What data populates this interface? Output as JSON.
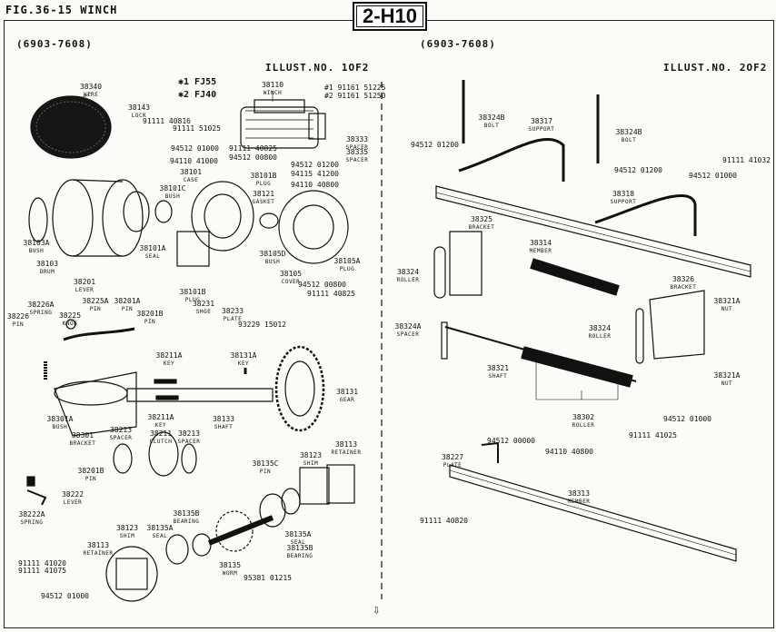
{
  "header": {
    "figure_title": "FIG.36-15 WINCH",
    "section_tag": "2-H10",
    "range_left": "(6903-7608)",
    "range_right": "(6903-7608)",
    "illust_left": "ILLUST.NO. 1OF2",
    "illust_right": "ILLUST.NO. 2OF2"
  },
  "legend": {
    "line1": "✱1 FJ55",
    "line2": "✱2 FJ40"
  },
  "parts": [
    {
      "k": "p38340",
      "num": "38340",
      "name": "WIRE"
    },
    {
      "k": "p38143",
      "num": "38143",
      "name": "LOCK"
    },
    {
      "k": "p9111140816",
      "num": "91111 40816",
      "name": ""
    },
    {
      "k": "p9111151025",
      "num": "91111 51025",
      "name": ""
    },
    {
      "k": "p38110",
      "num": "38110",
      "name": "WINCH"
    },
    {
      "k": "p1_9116151225",
      "num": "#1 91161 51225",
      "name": ""
    },
    {
      "k": "p2_9116151250",
      "num": "#2 91161 51250",
      "name": ""
    },
    {
      "k": "p38333",
      "num": "38333",
      "name": "SPACER"
    },
    {
      "k": "p38335",
      "num": "38335",
      "name": "SPACER"
    },
    {
      "k": "p9451201000a",
      "num": "94512 01000",
      "name": ""
    },
    {
      "k": "p9111140825a",
      "num": "91111 40825",
      "name": ""
    },
    {
      "k": "p9451200800a",
      "num": "94512 00800",
      "name": ""
    },
    {
      "k": "p9411041000",
      "num": "94110 41000",
      "name": ""
    },
    {
      "k": "p9451201200a",
      "num": "94512 01200",
      "name": ""
    },
    {
      "k": "p9411541200",
      "num": "94115 41200",
      "name": ""
    },
    {
      "k": "p9411040800a",
      "num": "94110 40800",
      "name": ""
    },
    {
      "k": "p38101",
      "num": "38101",
      "name": "CASE"
    },
    {
      "k": "p38101C",
      "num": "38101C",
      "name": "BUSH"
    },
    {
      "k": "p38101B_a",
      "num": "38101B",
      "name": "PLUG"
    },
    {
      "k": "p38121",
      "num": "38121",
      "name": "GASKET"
    },
    {
      "k": "p38103A",
      "num": "38103A",
      "name": "BUSH"
    },
    {
      "k": "p38103",
      "num": "38103",
      "name": "DRUM"
    },
    {
      "k": "p38101A",
      "num": "38101A",
      "name": "SEAL"
    },
    {
      "k": "p38105D",
      "num": "38105D",
      "name": "BUSH"
    },
    {
      "k": "p38105A",
      "num": "38105A",
      "name": "PLUG"
    },
    {
      "k": "p38105",
      "num": "38105",
      "name": "COVER"
    },
    {
      "k": "p9451200800b",
      "num": "94512 00800",
      "name": ""
    },
    {
      "k": "p9111140825b",
      "num": "91111 40825",
      "name": ""
    },
    {
      "k": "p38101B_b",
      "num": "38101B",
      "name": "PLUG"
    },
    {
      "k": "p38201",
      "num": "38201",
      "name": "LEVER"
    },
    {
      "k": "p38226A",
      "num": "38226A",
      "name": "SPRING"
    },
    {
      "k": "p38226",
      "num": "38226",
      "name": "PIN"
    },
    {
      "k": "p38225A",
      "num": "38225A",
      "name": "PIN"
    },
    {
      "k": "p38201A",
      "num": "38201A",
      "name": "PIN"
    },
    {
      "k": "p38225",
      "num": "38225",
      "name": "KNOB"
    },
    {
      "k": "p38201B_a",
      "num": "38201B",
      "name": "PIN"
    },
    {
      "k": "p38231",
      "num": "38231",
      "name": "SHOE"
    },
    {
      "k": "p38233",
      "num": "38233",
      "name": "PLATE"
    },
    {
      "k": "p9322915012",
      "num": "93229 15012",
      "name": ""
    },
    {
      "k": "p38211A_a",
      "num": "38211A",
      "name": "KEY"
    },
    {
      "k": "p38131A",
      "num": "38131A",
      "name": "KEY"
    },
    {
      "k": "p38131",
      "num": "38131",
      "name": "GEAR"
    },
    {
      "k": "p38301A",
      "num": "38301A",
      "name": "BUSH"
    },
    {
      "k": "p38301",
      "num": "38301",
      "name": "BRACKET"
    },
    {
      "k": "p38211A_b",
      "num": "38211A",
      "name": "KEY"
    },
    {
      "k": "p38133",
      "num": "38133",
      "name": "SHAFT"
    },
    {
      "k": "p38213a",
      "num": "38213",
      "name": "SPACER"
    },
    {
      "k": "p38211",
      "num": "38211",
      "name": "CLUTCH"
    },
    {
      "k": "p38213b",
      "num": "38213",
      "name": "SPACER"
    },
    {
      "k": "p38201B_b",
      "num": "38201B",
      "name": "PIN"
    },
    {
      "k": "p38135C",
      "num": "38135C",
      "name": "PIN"
    },
    {
      "k": "p38123a",
      "num": "38123",
      "name": "SHIM"
    },
    {
      "k": "p38113a",
      "num": "38113",
      "name": "RETAINER"
    },
    {
      "k": "p38222",
      "num": "38222",
      "name": "LEVER"
    },
    {
      "k": "p38222A",
      "num": "38222A",
      "name": "SPRING"
    },
    {
      "k": "p38135B_a",
      "num": "38135B",
      "name": "BEARING"
    },
    {
      "k": "p38123b",
      "num": "38123",
      "name": "SHIM"
    },
    {
      "k": "p38135A_a",
      "num": "38135A",
      "name": "SEAL"
    },
    {
      "k": "p38113b",
      "num": "38113",
      "name": "RETAINER"
    },
    {
      "k": "p38135A_b",
      "num": "38135A",
      "name": "SEAL"
    },
    {
      "k": "p38135B_b",
      "num": "38135B",
      "name": "BEARING"
    },
    {
      "k": "p38135",
      "num": "38135",
      "name": "WORM"
    },
    {
      "k": "p9538101215",
      "num": "95381 01215",
      "name": ""
    },
    {
      "k": "p9111141020",
      "num": "91111 41020",
      "name": ""
    },
    {
      "k": "p9111141075",
      "num": "91111 41075",
      "name": ""
    },
    {
      "k": "p9451201000b",
      "num": "94512 01000",
      "name": ""
    },
    {
      "k": "p38324B_a",
      "num": "38324B",
      "name": "BOLT"
    },
    {
      "k": "p38317",
      "num": "38317",
      "name": "SUPPORT"
    },
    {
      "k": "p38324B_b",
      "num": "38324B",
      "name": "BOLT"
    },
    {
      "k": "p9451201200b",
      "num": "94512 01200",
      "name": ""
    },
    {
      "k": "p9451201200c",
      "num": "94512 01200",
      "name": ""
    },
    {
      "k": "p9111141032",
      "num": "91111 41032",
      "name": ""
    },
    {
      "k": "p9451201000c",
      "num": "94512 01000",
      "name": ""
    },
    {
      "k": "p38318",
      "num": "38318",
      "name": "SUPPORT"
    },
    {
      "k": "p38325",
      "num": "38325",
      "name": "BRACKET"
    },
    {
      "k": "p38314",
      "num": "38314",
      "name": "MEMBER"
    },
    {
      "k": "p38324",
      "num": "38324",
      "name": "ROLLER"
    },
    {
      "k": "p38326",
      "num": "38326",
      "name": "BRACKET"
    },
    {
      "k": "p38321A_a",
      "num": "38321A",
      "name": "NUT"
    },
    {
      "k": "p38324A",
      "num": "38324A",
      "name": "SPACER"
    },
    {
      "k": "p38324b",
      "num": "38324",
      "name": "ROLLER"
    },
    {
      "k": "p38321",
      "num": "38321",
      "name": "SHAFT"
    },
    {
      "k": "p38321A_b",
      "num": "38321A",
      "name": "NUT"
    },
    {
      "k": "p38302",
      "num": "38302",
      "name": "ROLLER"
    },
    {
      "k": "p9451201000d",
      "num": "94512 01000",
      "name": ""
    },
    {
      "k": "p9111141025",
      "num": "91111 41025",
      "name": ""
    },
    {
      "k": "p9451200000",
      "num": "94512 00000",
      "name": ""
    },
    {
      "k": "p9411040800b",
      "num": "94110 40800",
      "name": ""
    },
    {
      "k": "p38227",
      "num": "38227",
      "name": "PLATE"
    },
    {
      "k": "p38313",
      "num": "38313",
      "name": "MEMBER"
    },
    {
      "k": "p9111140820",
      "num": "91111 40820",
      "name": ""
    }
  ]
}
